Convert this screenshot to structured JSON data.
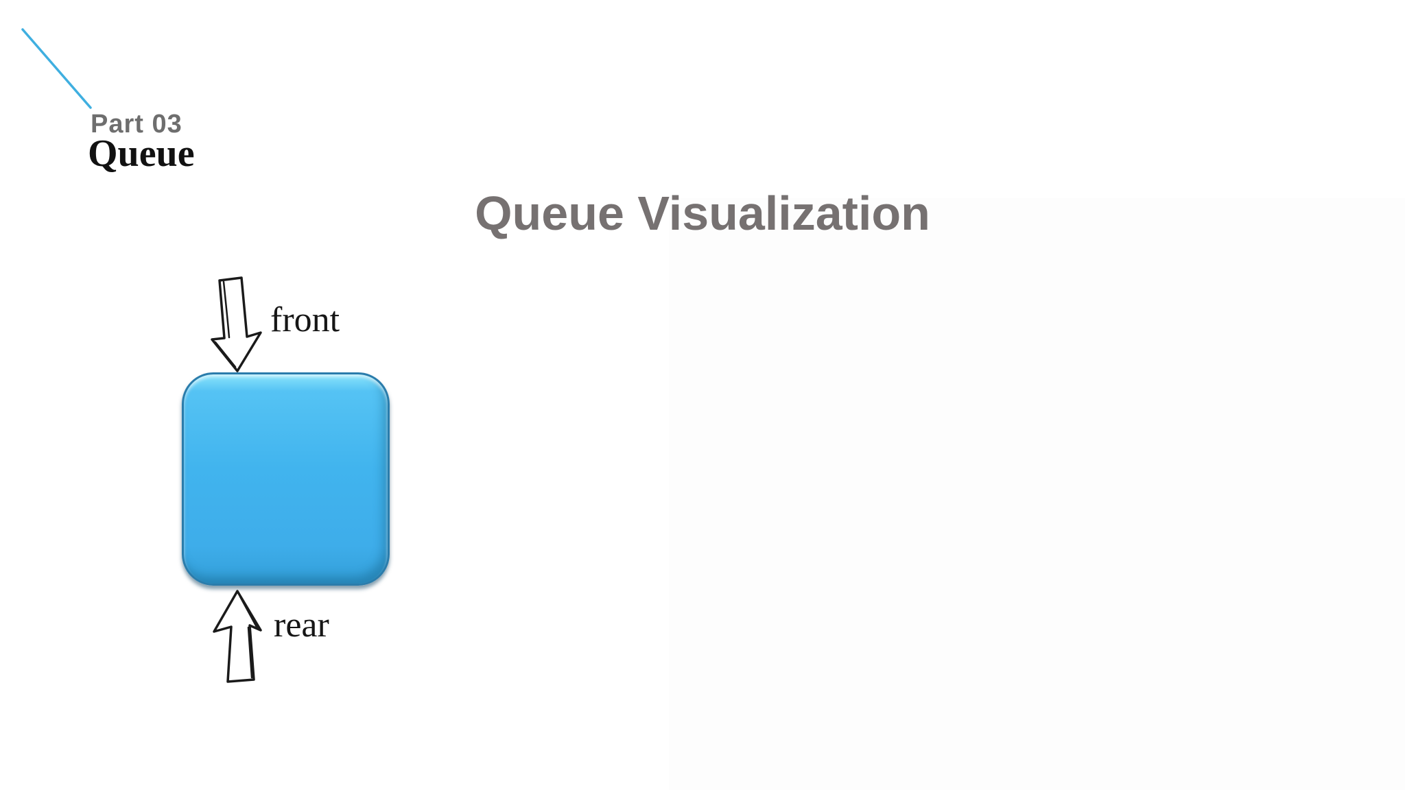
{
  "slide": {
    "part_label": "Part 03",
    "part_title": "Queue",
    "main_title": "Queue Visualization"
  },
  "diagram": {
    "front_label": "front",
    "rear_label": "rear"
  },
  "icons": {
    "front_arrow": "hand-drawn-down-arrow",
    "rear_arrow": "hand-drawn-up-arrow",
    "corner_line": "decorative-diagonal-line"
  },
  "colors": {
    "accent-blue": "#41b4ee",
    "line-blue": "#3fafe0",
    "title-gray": "#767171",
    "part-gray": "#6e6e6e",
    "panel-gray": "#fdfdfd",
    "ink": "#111111"
  }
}
